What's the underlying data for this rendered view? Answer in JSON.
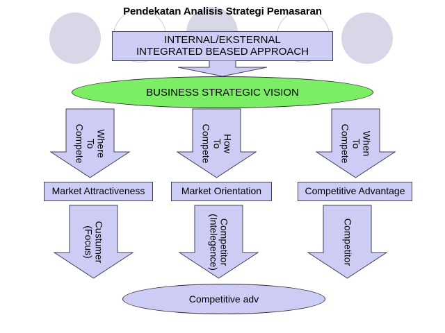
{
  "title": "Pendekatan Analisis Strategi Pemasaran",
  "colors": {
    "shape_fill": "#ccccf5",
    "vision_fill": "#7bee66",
    "shape_stroke": "#3f3f55",
    "bg_circle_fill": "#d7d7e8",
    "bg_circle_stroke": "#ccccdf"
  },
  "top_box": {
    "line1": "INTERNAL/EKSTERNAL",
    "line2": "INTEGRATED BEASED APPROACH"
  },
  "vision": {
    "label": "BUSINESS STRATEGIC VISION"
  },
  "arrows_row1": [
    {
      "name": "where-to-compete",
      "line1": "Where",
      "line2": "To",
      "line3": "Compete"
    },
    {
      "name": "how-to-compete",
      "line1": "How",
      "line2": "To",
      "line3": "Compete"
    },
    {
      "name": "when-to-compete",
      "line1": "When",
      "line2": "To",
      "line3": "Compete"
    }
  ],
  "row_boxes": [
    {
      "name": "market-attractiveness",
      "label": "Market Attractiveness"
    },
    {
      "name": "market-orientation",
      "label": "Market Orientation"
    },
    {
      "name": "competitive-advantage",
      "label": "Competitive Advantage"
    }
  ],
  "arrows_row2": [
    {
      "name": "customer-focus",
      "line1": "Custumer",
      "line2": "(Focus)"
    },
    {
      "name": "competitor-intelligence",
      "line1": "Competitor",
      "line2": "(Intelegence)"
    },
    {
      "name": "competitor",
      "line1": "Competitor",
      "line2": ""
    }
  ],
  "result": {
    "label": "Competitive adv"
  }
}
